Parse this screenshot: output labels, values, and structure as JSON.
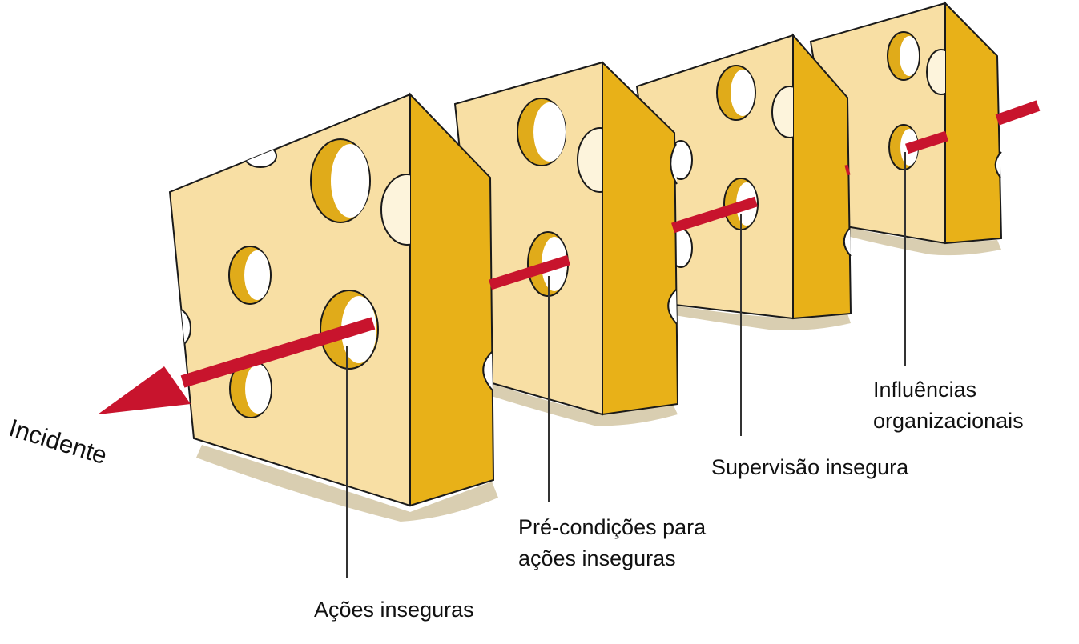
{
  "diagram": {
    "labels": {
      "incidente": "Incidente",
      "acoes_inseguras": "Ações inseguras",
      "pre_condicoes_line1": "Pré-condições para",
      "pre_condicoes_line2": "ações inseguras",
      "supervisao_insegura": "Supervisão insegura",
      "influencias_line1": "Influências",
      "influencias_line2": "organizacionais"
    },
    "colors": {
      "cheese_face": "#f8dfa4",
      "cheese_side": "#e8b118",
      "hole_shade": "#e0ab1a",
      "hole_light": "#fdf4dc",
      "shadow": "#d9ceb1",
      "arrow": "#c8142d",
      "outline": "#1a1a1a",
      "leader_line": "#333333"
    }
  }
}
